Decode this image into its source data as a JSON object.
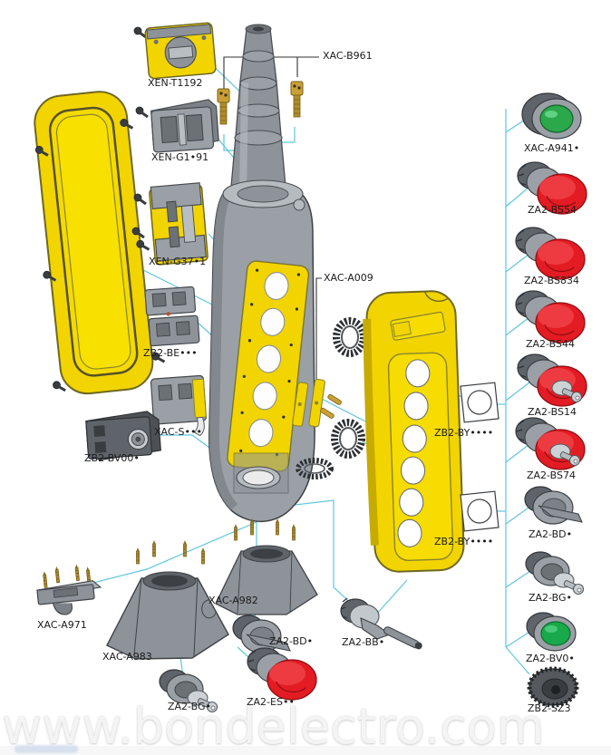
{
  "watermark": "www.bondelectro.com",
  "colors": {
    "enclosure_yellow": "#f2d400",
    "housing_gray": "#9aa0a6",
    "mushroom_red": "#e31b23",
    "button_green": "#18a94b",
    "brass": "#c9a035",
    "leader_line_cyan": "#5fc6de",
    "callout_black": "#333333"
  },
  "labels": {
    "xen_t1192": "XEN-T1192",
    "xen_g191": "XEN-G1•91",
    "xac_b961": "XAC-B961",
    "xen_g371": "XEN-G37•1",
    "zb2_be": "ZB2-BE•••",
    "xac_a009": "XAC-A009",
    "xac_s": "XAC-S•••",
    "zb2_bv00": "ZB2-BV00•",
    "zb2_by_top": "ZB2-BY••••",
    "zb2_by_bottom": "ZB2-BY••••",
    "xac_a941": "XAC-A941•",
    "za2_bs54": "ZA2-BS54",
    "za2_bs834": "ZA2-BS834",
    "za2_bs44": "ZA2-BS44",
    "za2_bs14": "ZA2-BS14",
    "za2_bs74": "ZA2-BS74",
    "za2_bd_right": "ZA2-BD•",
    "za2_bg_right": "ZA2-BG•",
    "za2_bv0": "ZA2-BV0•",
    "zb2_sz3": "ZB2-SZ3",
    "xac_a971": "XAC-A971",
    "xac_a983": "XAC-A983",
    "xac_a982": "XAC-A982",
    "za2_bd_bottom": "ZA2-BD•",
    "za2_bb": "ZA2-BB•",
    "za2_es": "ZA2-ES••",
    "za2_bg_bottom": "ZA2-BG•"
  }
}
